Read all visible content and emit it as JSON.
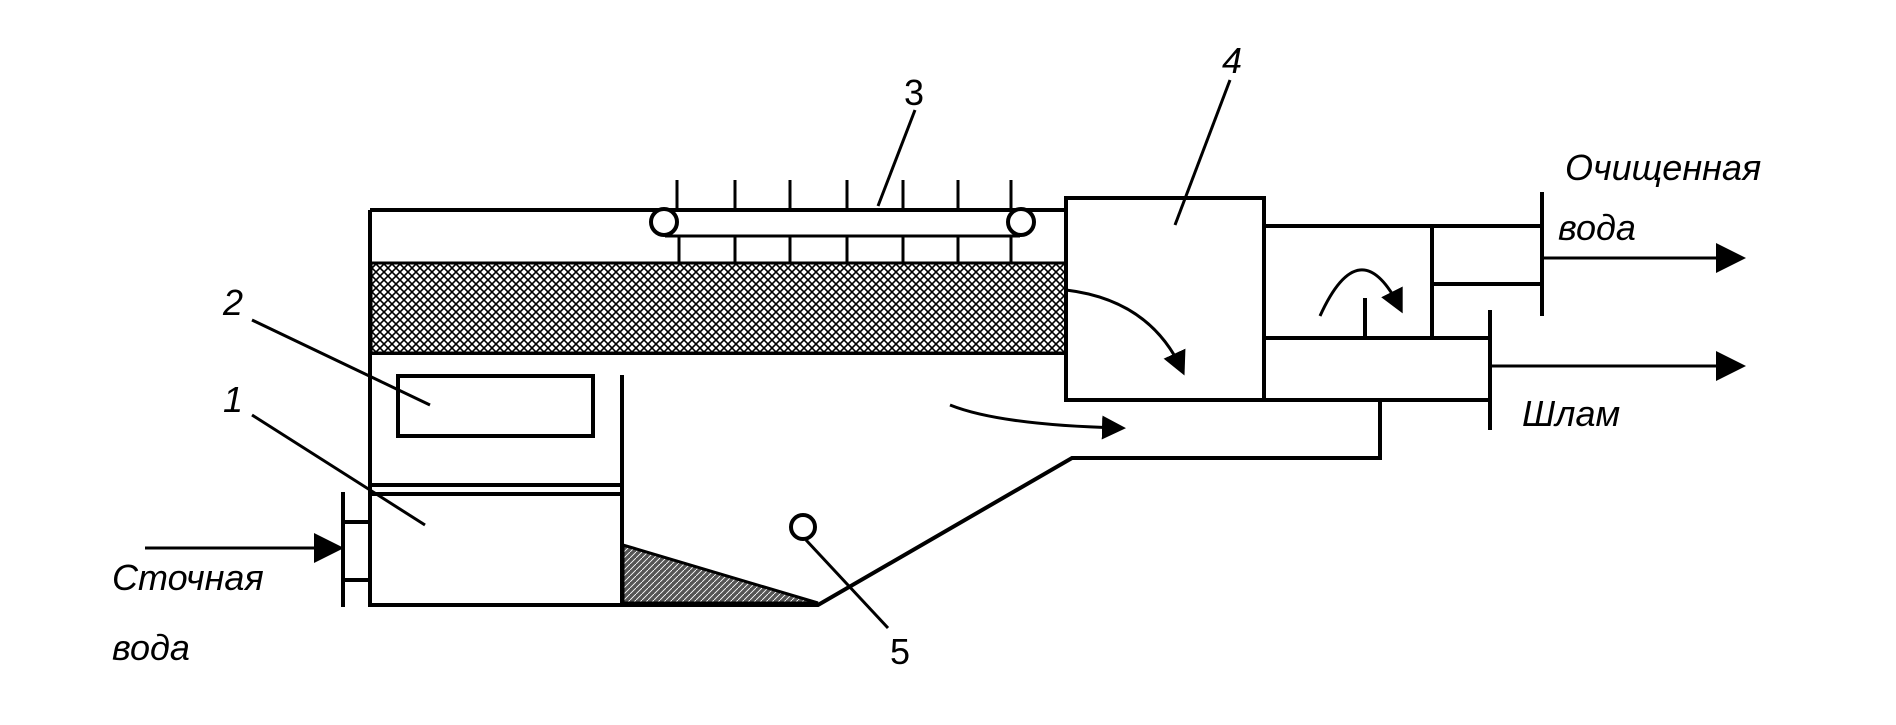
{
  "callouts": {
    "n1": "1",
    "n2": "2",
    "n3": "3",
    "n4": "4",
    "n5": "5"
  },
  "labels": {
    "inflow_line1": "Сточная",
    "inflow_line2": "вода",
    "clean_line1": "Очищенная",
    "clean_line2": "вода",
    "sludge": "Шлам"
  }
}
